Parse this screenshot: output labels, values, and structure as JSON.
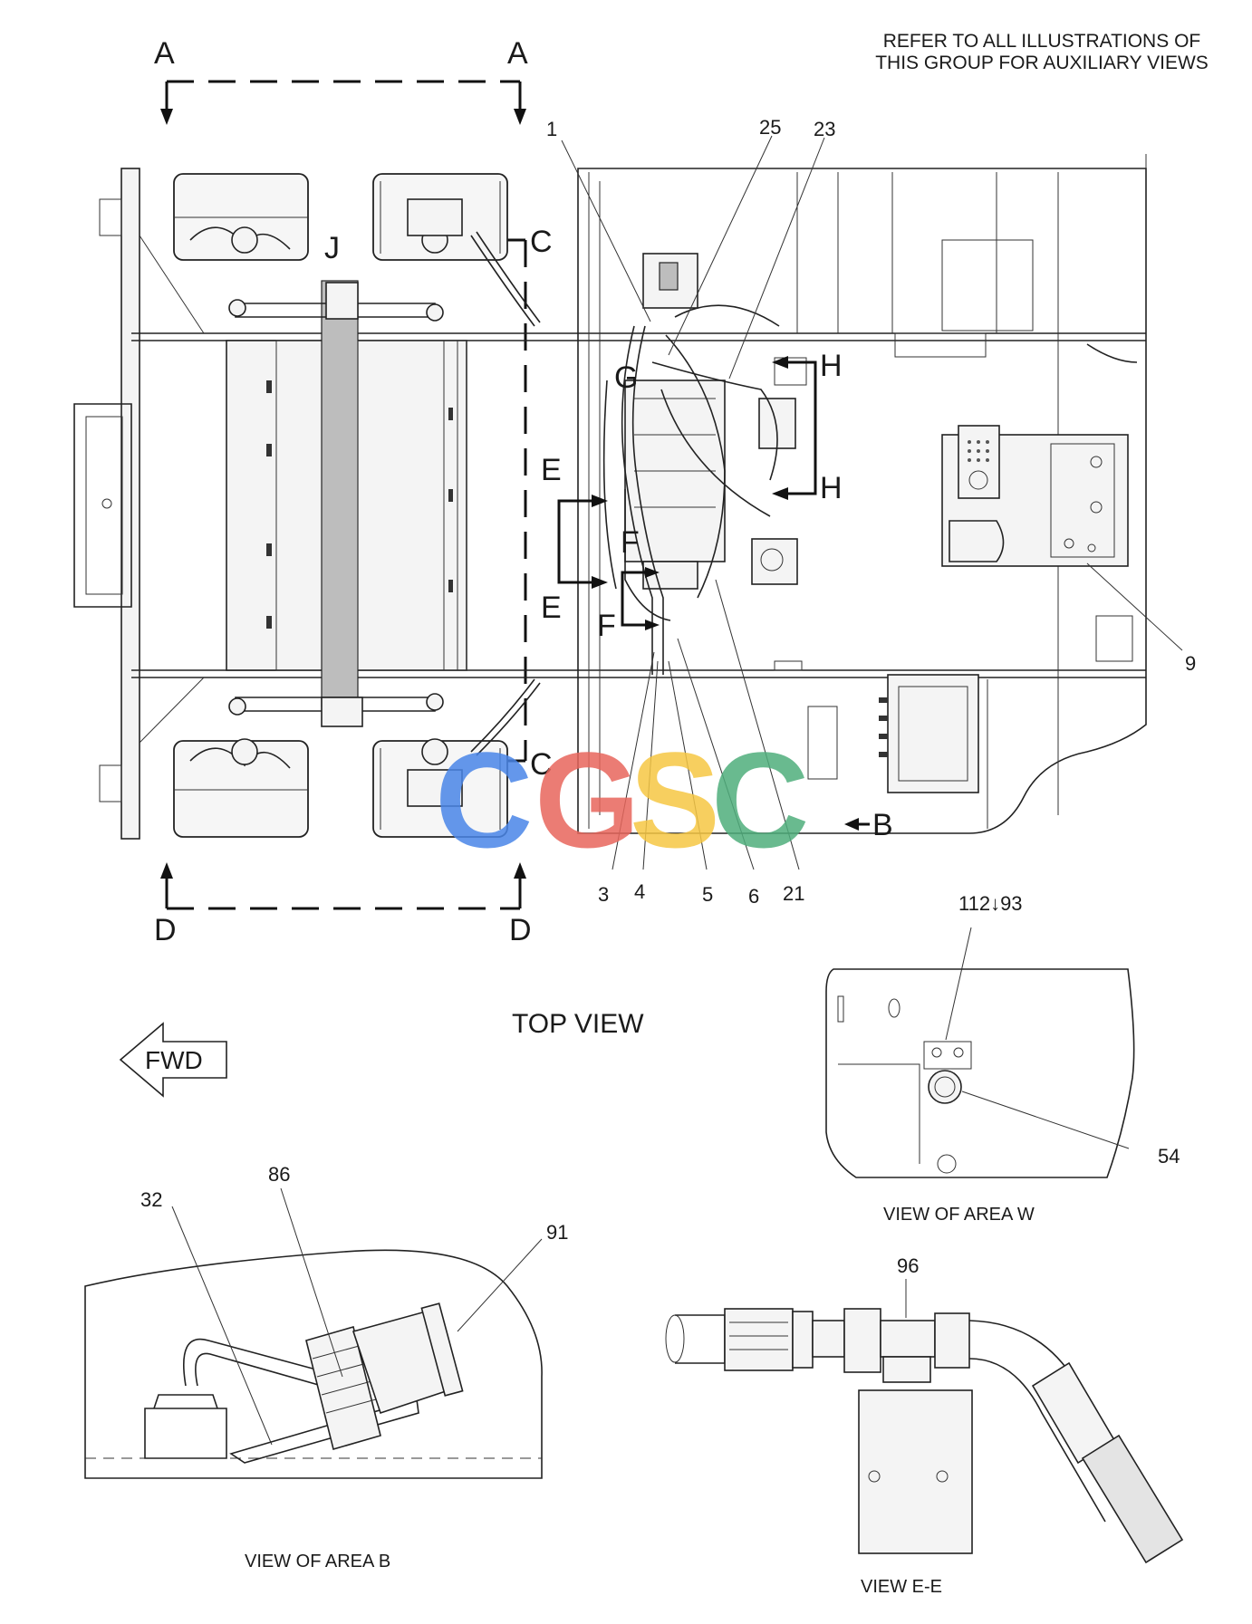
{
  "header_note": [
    "REFER TO ALL ILLUSTRATIONS OF",
    "THIS GROUP FOR AUXILIARY VIEWS"
  ],
  "section_letters": {
    "a_left": "A",
    "a_right": "A",
    "d_left": "D",
    "d_right": "D",
    "c_top": "C",
    "c_bottom": "C",
    "j": "J",
    "g": "G",
    "h_top": "H",
    "h_bottom": "H",
    "e_top": "E",
    "e_bottom": "E",
    "f_top": "F",
    "f_bottom": "F",
    "b": "B"
  },
  "callouts": {
    "c1": "1",
    "c25": "25",
    "c23": "23",
    "c9": "9",
    "c3": "3",
    "c4": "4",
    "c5": "5",
    "c6": "6",
    "c21": "21",
    "c112_93": "112↓93",
    "c54": "54",
    "c32": "32",
    "c86": "86",
    "c91": "91",
    "c96": "96"
  },
  "view_titles": {
    "top_view": "TOP VIEW",
    "view_area_w": "VIEW OF AREA  W",
    "view_area_b": "VIEW OF AREA B",
    "view_e_e": "VIEW E-E"
  },
  "fwd_arrow_label": "FWD",
  "watermark": {
    "letters": [
      "C",
      "G",
      "S",
      "C"
    ],
    "colors": [
      "#4a86e8",
      "#e8665c",
      "#f6c744",
      "#4fae7c"
    ]
  }
}
